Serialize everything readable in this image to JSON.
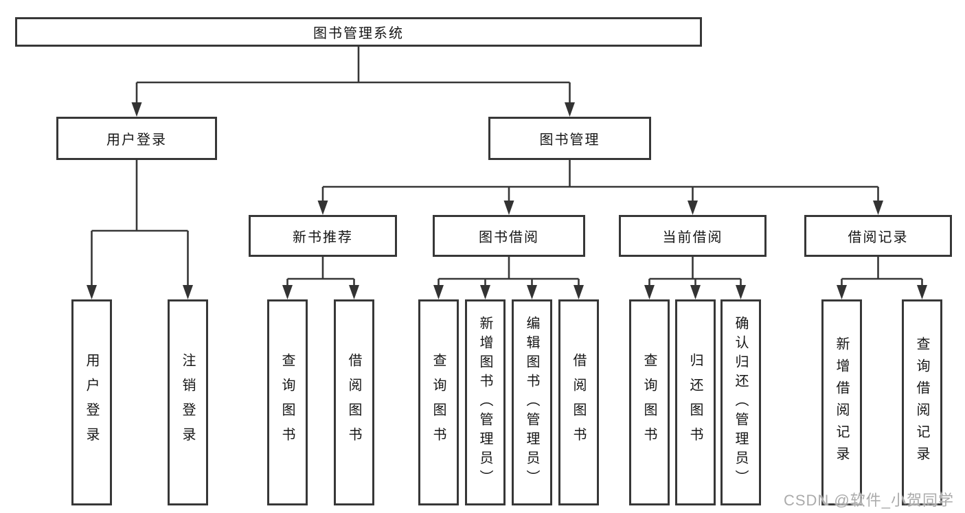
{
  "tree": {
    "label": "图书管理系统",
    "children": [
      {
        "label": "用户登录",
        "children": [
          {
            "label": "用户登录"
          },
          {
            "label": "注销登录"
          }
        ]
      },
      {
        "label": "图书管理",
        "children": [
          {
            "label": "新书推荐",
            "children": [
              {
                "label": "查询图书"
              },
              {
                "label": "借阅图书"
              }
            ]
          },
          {
            "label": "图书借阅",
            "children": [
              {
                "label": "查询图书"
              },
              {
                "label": "新增图书（管理员）"
              },
              {
                "label": "编辑图书（管理员）"
              },
              {
                "label": "借阅图书"
              }
            ]
          },
          {
            "label": "当前借阅",
            "children": [
              {
                "label": "查询图书"
              },
              {
                "label": "归还图书"
              },
              {
                "label": "确认归还（管理员）"
              }
            ]
          },
          {
            "label": "借阅记录",
            "children": [
              {
                "label": "新增借阅记录"
              },
              {
                "label": "查询借阅记录"
              }
            ]
          }
        ]
      }
    ]
  },
  "watermark": "CSDN @软件_小贺同学",
  "colors": {
    "line": "#373737",
    "box_border": "#373737",
    "text": "#161616",
    "watermark": "#ababab",
    "background": "#ffffff"
  }
}
